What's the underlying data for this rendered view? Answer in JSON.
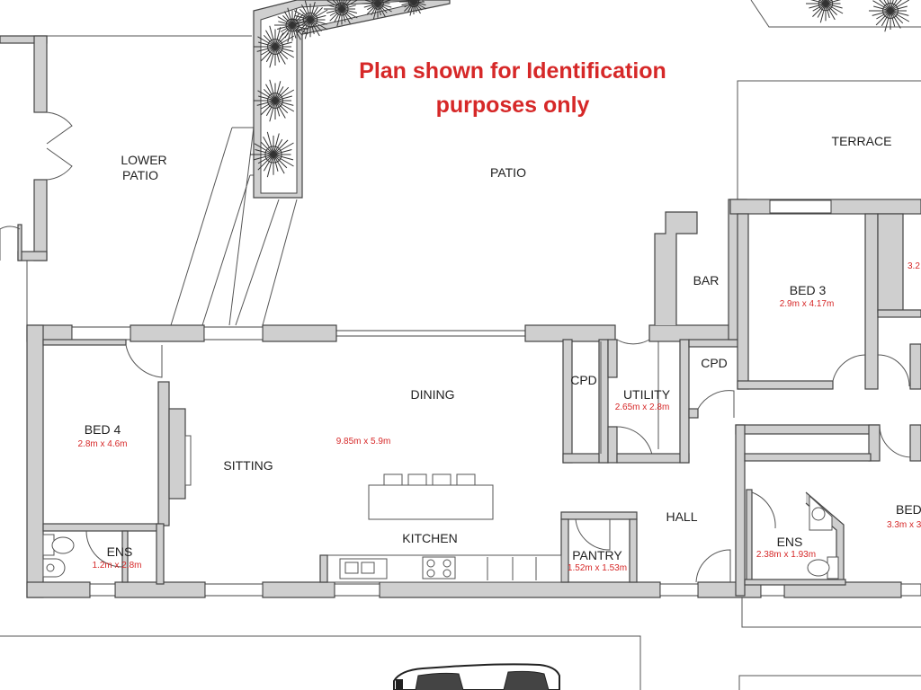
{
  "notice": {
    "line1": "Plan shown for Identification",
    "line2": "purposes only",
    "color": "#d62828"
  },
  "rooms": {
    "lower_patio": {
      "line1": "LOWER",
      "line2": "PATIO"
    },
    "patio": {
      "name": "PATIO"
    },
    "terrace": {
      "name": "TERRACE"
    },
    "bar": {
      "name": "BAR"
    },
    "bed3": {
      "name": "BED 3",
      "dims": "2.9m x 4.17m"
    },
    "bed4": {
      "name": "BED 4",
      "dims": "2.8m x 4.6m"
    },
    "bed_right_top": {
      "dims": "3.2"
    },
    "bed_right_bottom": {
      "name": "BED",
      "dims": "3.3m x 3"
    },
    "sitting": {
      "name": "SITTING"
    },
    "dining": {
      "name": "DINING",
      "dims": "9.85m x 5.9m"
    },
    "kitchen": {
      "name": "KITCHEN"
    },
    "cpd1": {
      "name": "CPD"
    },
    "cpd2": {
      "name": "CPD"
    },
    "utility": {
      "name": "UTILITY",
      "dims": "2.65m x 2.8m"
    },
    "hall": {
      "name": "HALL"
    },
    "pantry": {
      "name": "PANTRY",
      "dims": "1.52m x 1.53m"
    },
    "ens_left": {
      "name": "ENS",
      "dims": "1.2m x 2.8m"
    },
    "ens_right": {
      "name": "ENS",
      "dims": "2.38m x 1.93m"
    }
  },
  "colors": {
    "wall_fill": "#cfcfcf",
    "line": "#444444",
    "dimension_text": "#d62828"
  }
}
